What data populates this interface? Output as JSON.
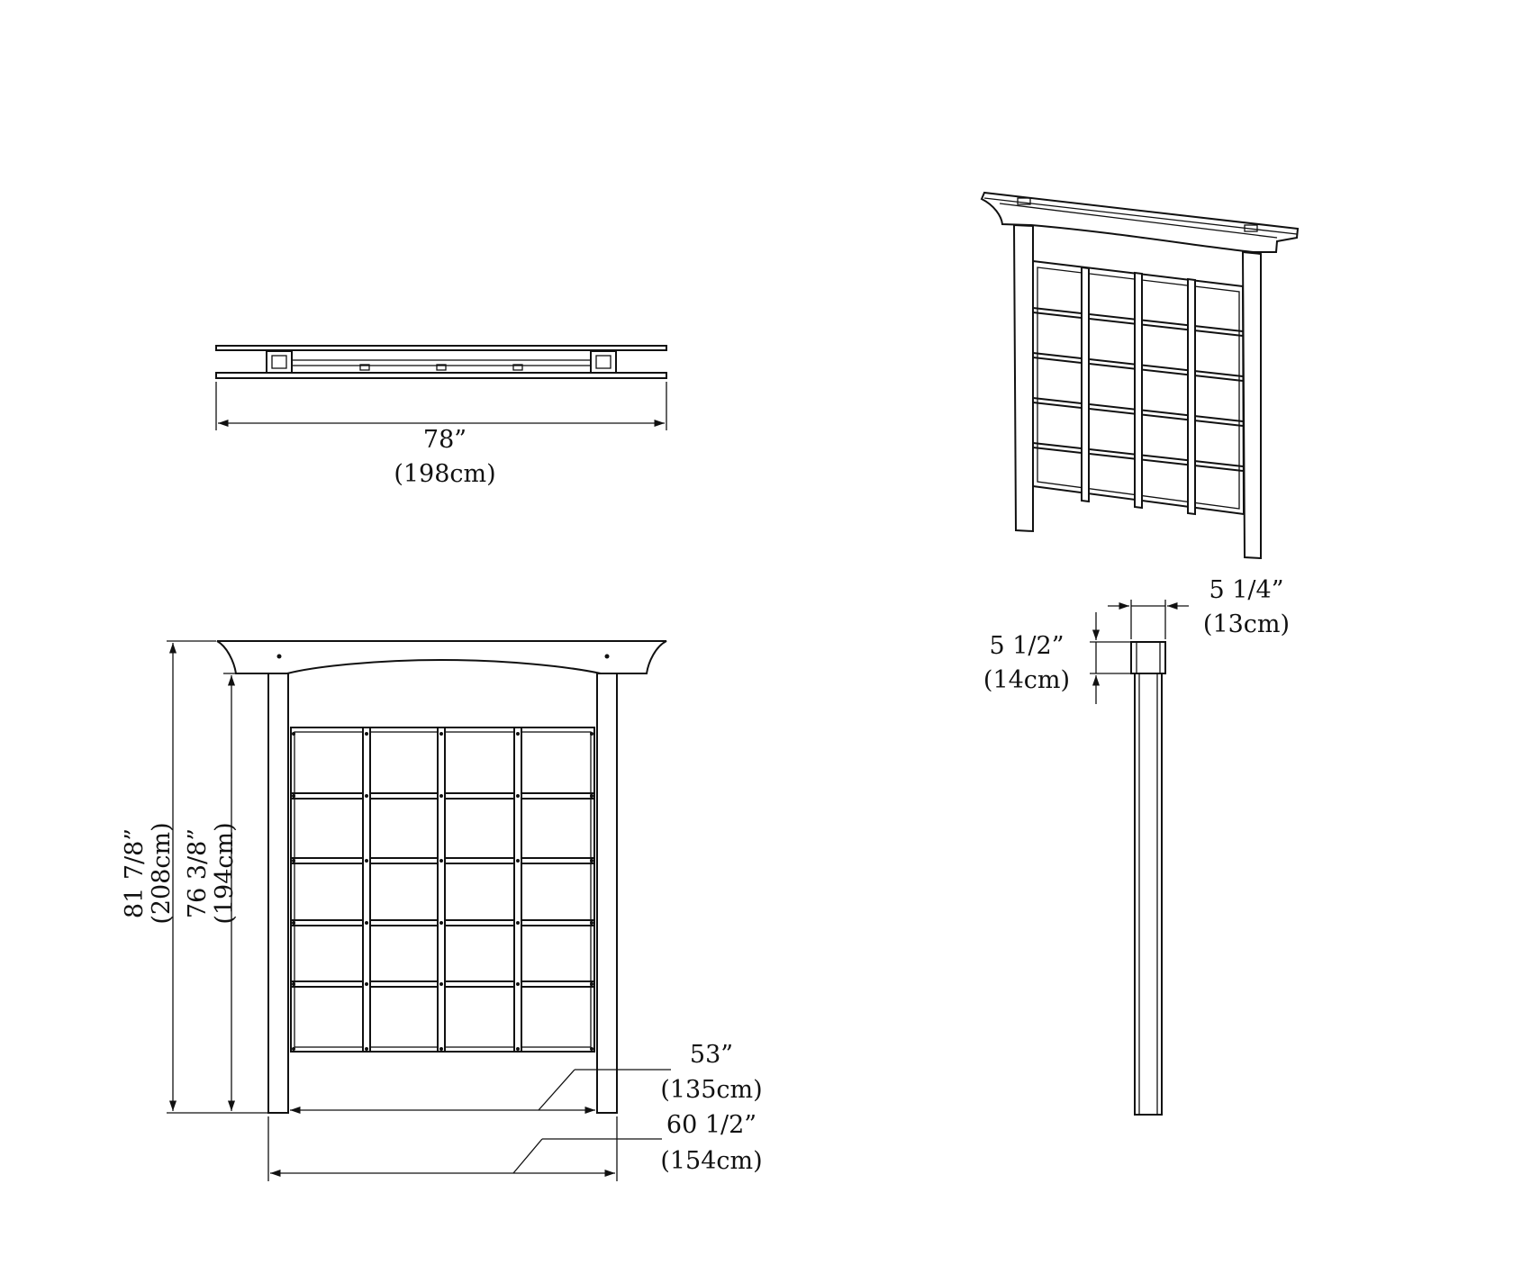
{
  "top_view": {
    "width_label": "78”",
    "width_metric": "(198cm)"
  },
  "front_view": {
    "overall_height_label": "81 7/8”",
    "overall_height_metric": "(208cm)",
    "post_height_label": "76 3/8”",
    "post_height_metric": "(194cm)",
    "inner_width_label": "53”",
    "inner_width_metric": "(135cm)",
    "outer_width_label": "60 1/2”",
    "outer_width_metric": "(154cm)"
  },
  "side_view": {
    "depth_label": "5 1/4”",
    "depth_metric": "(13cm)",
    "header_height_label": "5 1/2”",
    "header_height_metric": "(14cm)"
  },
  "colors": {
    "line": "#111111",
    "background": "#ffffff"
  }
}
